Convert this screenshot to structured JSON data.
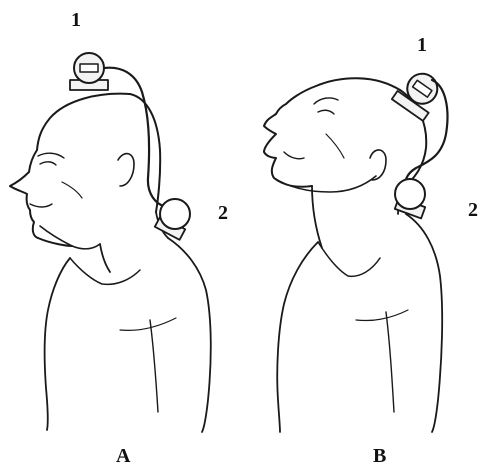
{
  "labels": {
    "sensor_1": "1",
    "sensor_2": "2",
    "panel_a": "A",
    "panel_b": "B"
  },
  "colors": {
    "line": "#1a1a1a",
    "fill": "#ffffff",
    "device_fill": "#f3f3f3"
  }
}
